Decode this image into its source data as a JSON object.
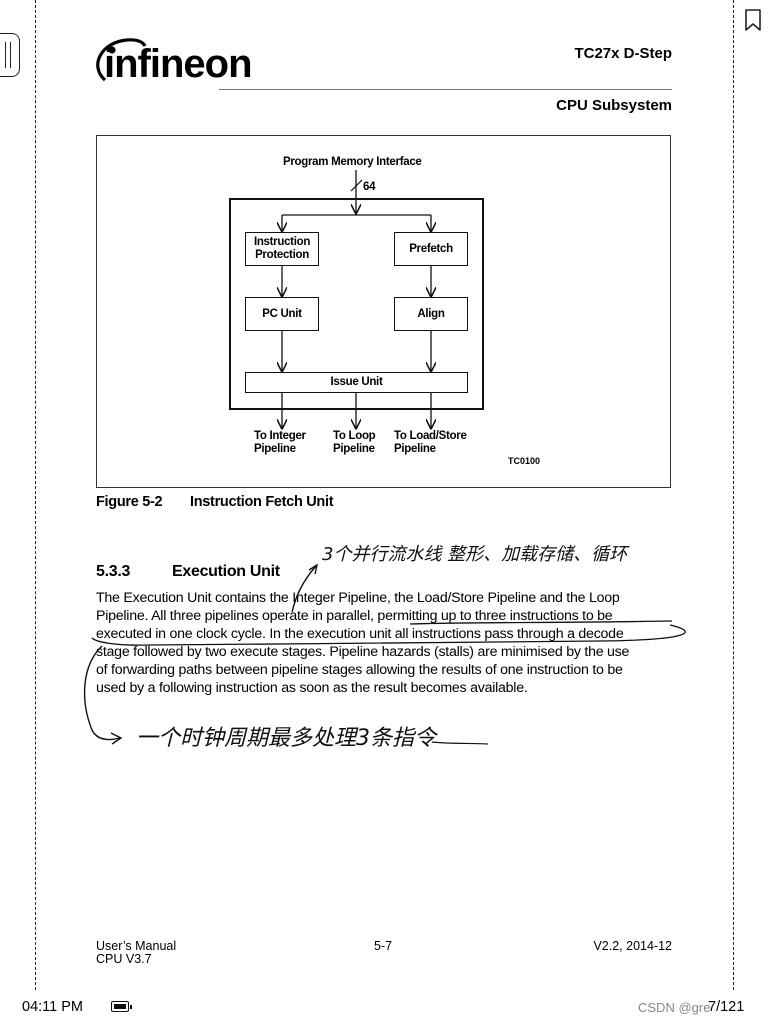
{
  "header": {
    "logo_text": "infineon",
    "doc_title": "TC27x D-Step",
    "section_title": "CPU Subsystem"
  },
  "figure": {
    "memory_interface": "Program Memory Interface",
    "bus_width": "64",
    "blocks": {
      "instruction_protection_1": "Instruction",
      "instruction_protection_2": "Protection",
      "prefetch": "Prefetch",
      "pc_unit": "PC Unit",
      "align": "Align",
      "issue_unit": "Issue Unit"
    },
    "outputs": [
      {
        "line1": "To Integer",
        "line2": "Pipeline"
      },
      {
        "line1": "To Loop",
        "line2": "Pipeline"
      },
      {
        "line1": "To Load/Store",
        "line2": "Pipeline"
      }
    ],
    "figure_code": "TC0100",
    "caption_number": "Figure 5-2",
    "caption_title": "Instruction Fetch Unit"
  },
  "section": {
    "number": "5.3.3",
    "title": "Execution Unit",
    "lines": [
      "The Execution Unit contains the Integer Pipeline, the Load/Store Pipeline and the Loop",
      "Pipeline. All three pipelines operate in parallel, permitting up to three instructions to be",
      "executed in one clock cycle. In the execution unit all instructions pass through a decode",
      "stage followed by two execute stages. Pipeline hazards (stalls) are minimised by the use",
      "of forwarding paths between pipeline stages allowing the results of one instruction to be",
      "used by a following instruction as soon as the result becomes available."
    ]
  },
  "annotations": {
    "note_1": "3个并行流水线 整形、加载存储、循环",
    "note_2": "一个时钟周期最多处理3条指令"
  },
  "footer": {
    "manual": "User’s Manual",
    "cpu_version": "CPU V3.7",
    "page": "5-7",
    "version_date": "V2.2, 2014-12"
  },
  "status_bar": {
    "time": "04:11 PM",
    "page_counter": "7/121",
    "watermark": "CSDN @gre"
  }
}
